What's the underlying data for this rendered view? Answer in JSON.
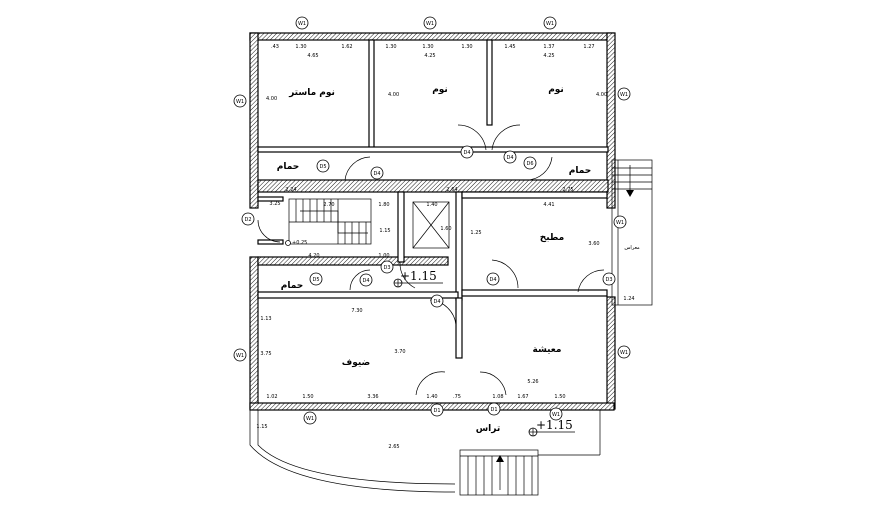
{
  "plan": {
    "rooms": {
      "master_bedroom": "نوم ماستر",
      "bedroom_1": "نوم",
      "bedroom_2": "نوم",
      "bath_1": "حمام",
      "bath_2": "حمام",
      "bath_3": "حمام",
      "kitchen": "مطبخ",
      "guest": "ضيوف",
      "living": "معيشة",
      "terrace": "تراس",
      "side_label": "معراس"
    },
    "levels": [
      "+1.15",
      "+1.15",
      "+0.25"
    ],
    "tags": {
      "w1": "W1",
      "d1": "D1",
      "d2": "D2",
      "d3": "D3",
      "d4": "D4",
      "d5": "D5",
      "d6": "D6"
    },
    "dims": {
      "top_1": "1.30",
      "top_2": "1.62",
      "top_3": "1.30",
      "top_4": "1.30",
      "top_5": "1.30",
      "top_6": "1.45",
      "top_7": "1.37",
      "top_8": "1.27",
      "top_9": ".43",
      "room_w1": "4.65",
      "room_w2": "4.25",
      "room_w3": "4.25",
      "h_400": "4.00",
      "h_400b": "4.00",
      "h_400c": "4.00",
      "corr": "2.24",
      "corr2": "2.70",
      "corr3": "2.75",
      "corr4": "2.64",
      "stair_a": "3.25",
      "stair_b": "1.80",
      "stair_c": "1.15",
      "stair_d": "1.40",
      "stair_e": "4.20",
      "stair_f": "1.00",
      "stair_g": "1.25",
      "stair_h": "1.60",
      "kitchen_w": "4.41",
      "kitchen_h": "3.60",
      "side": "1.24",
      "guest_w": "7.30",
      "guest_h": "3.70",
      "living_w": "5.26",
      "bot_1": "1.02",
      "bot_2": "1.50",
      "bot_3": "3.36",
      "bot_4": "1.40",
      "bot_5": ".75",
      "bot_6": "1.08",
      "bot_7": "1.67",
      "bot_8": "1.50",
      "terr_h": "2.65",
      "terr_side": "1.15",
      "left_1": "3.75",
      "left_2": "1.13"
    }
  }
}
